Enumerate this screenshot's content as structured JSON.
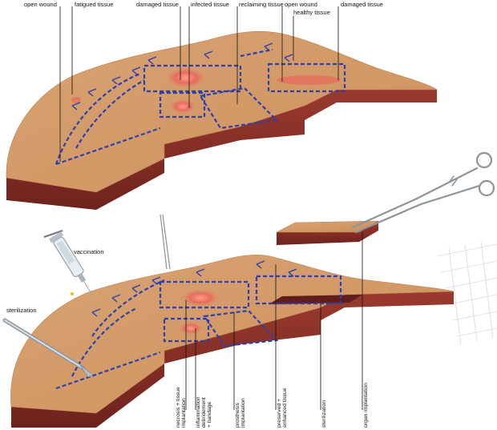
{
  "top_labels": {
    "open_wound_left": "open wound",
    "fatigued_tissue": "fatigued tissue",
    "damaged_tissue_1": "damaged tissue",
    "infected_tissue": "infected tissue",
    "reclaiming_tissue": "reclaiming tissue",
    "open_wound_right": "open wound",
    "healthy_tissue": "healthy tissue",
    "damaged_tissue_2": "damaged tissue"
  },
  "bottom_labels": {
    "vaccination": "vaccination",
    "sterilization_left": "sterilization",
    "necrosis_line1": "necrosis + tissue",
    "necrosis_line2": "implantation",
    "inflammation_line1": "inflammation",
    "inflammation_line2": "debridement",
    "inflammation_line3": "+ bandage",
    "prosthesis_line1": "prosthesis",
    "prosthesis_line2": "implantation",
    "preserved_line1": "preserved +",
    "preserved_line2": "enhanced tissue",
    "sterilization_right": "sterilization",
    "organ_implantation": "organ implantation"
  },
  "colors": {
    "skin": "#d9a272",
    "skin_shade": "#c98d5f",
    "flesh": "#8a2d26",
    "dash_blue": "#2a3fb0",
    "wound": "#e0574e"
  }
}
